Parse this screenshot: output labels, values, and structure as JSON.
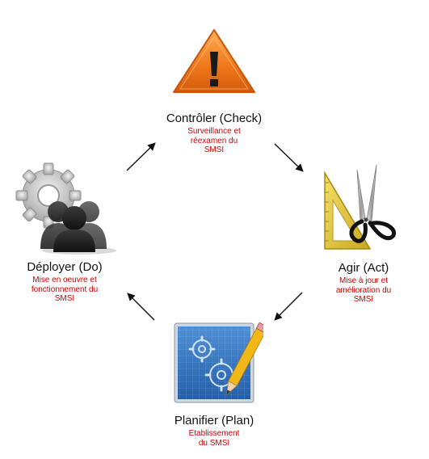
{
  "colors": {
    "subtitle": "#cc0000",
    "warning": "#f07a1c",
    "arrow": "#111111"
  },
  "nodes": {
    "check": {
      "title": "Contrôler (Check)",
      "sub": [
        "Surveillance et",
        "réexamen du",
        "SMSI"
      ],
      "icon": "warning-icon"
    },
    "act": {
      "title": "Agir (Act)",
      "sub": [
        "Mise à jour et",
        "amélioration du",
        "SMSI"
      ],
      "icon": "set-square-scissors-icon"
    },
    "plan": {
      "title": "Planifier (Plan)",
      "sub": [
        "Etablissement",
        "du SMSI"
      ],
      "icon": "blueprint-pencil-icon"
    },
    "do": {
      "title": "Déployer (Do)",
      "sub": [
        "Mise en oeuvre et",
        "fonctionnement du",
        "SMSI"
      ],
      "icon": "gear-people-icon"
    }
  }
}
